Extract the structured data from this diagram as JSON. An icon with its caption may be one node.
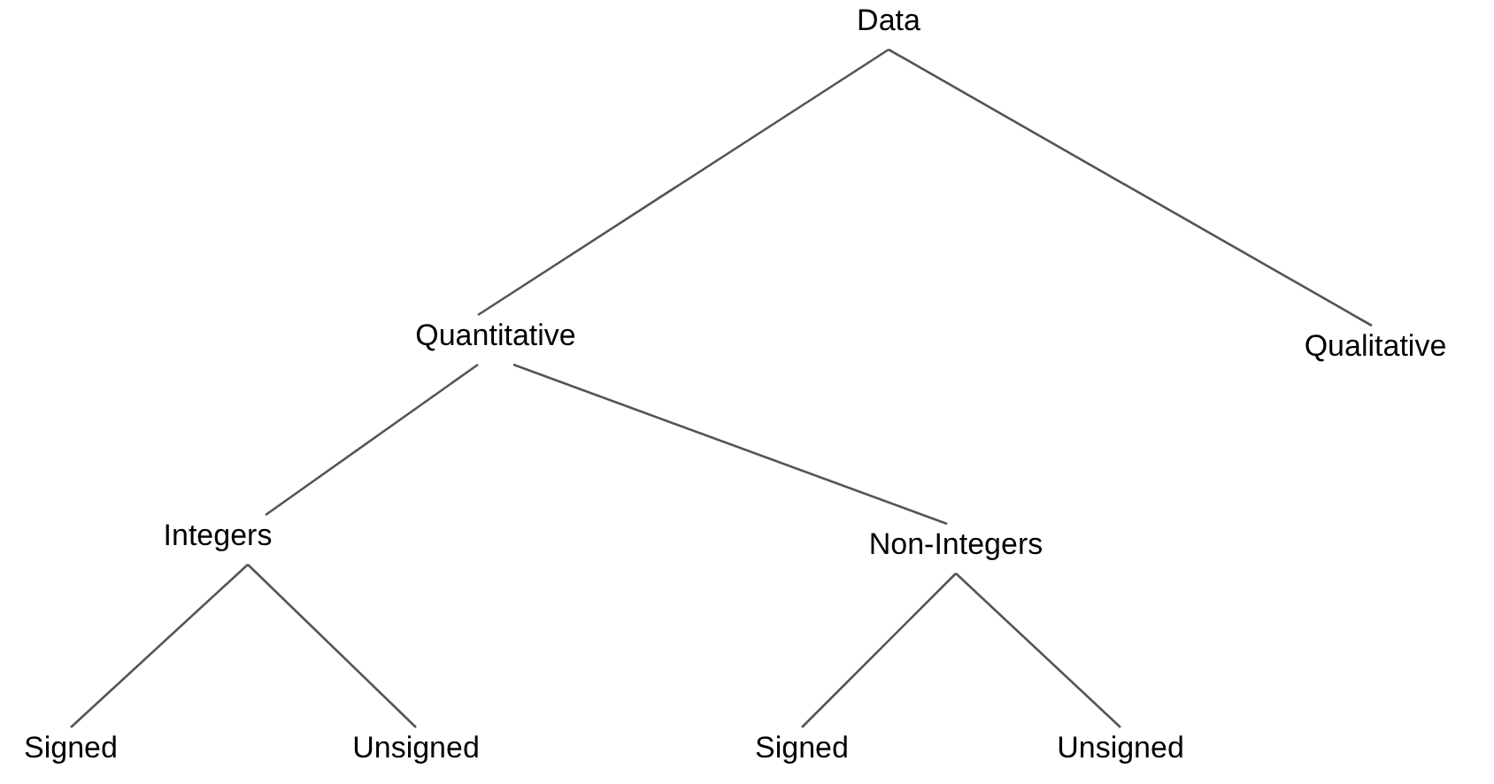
{
  "diagram": {
    "nodes": [
      {
        "text": [
          "Data"
        ]
      },
      {
        "text": [
          "Quantitative"
        ]
      },
      {
        "text": [
          "Qualitative"
        ]
      },
      {
        "text": [
          "Integers"
        ]
      },
      {
        "text": [
          "Non-Integers"
        ]
      },
      {
        "text": [
          "Signed"
        ]
      },
      {
        "text": [
          "Unsigned"
        ]
      },
      {
        "text": [
          "Signed"
        ]
      },
      {
        "text": [
          "Unsigned"
        ]
      }
    ],
    "edges": [
      {
        "from": 0,
        "to": 1,
        "arrow": "none"
      },
      {
        "from": 0,
        "to": 2,
        "arrow": "none"
      },
      {
        "from": 1,
        "to": 3,
        "arrow": "none"
      },
      {
        "from": 1,
        "to": 4,
        "arrow": "none"
      },
      {
        "from": 3,
        "to": 5,
        "arrow": "none"
      },
      {
        "from": 3,
        "to": 6,
        "arrow": "none"
      },
      {
        "from": 4,
        "to": 7,
        "arrow": "none"
      },
      {
        "from": 4,
        "to": 8,
        "arrow": "none"
      }
    ]
  }
}
